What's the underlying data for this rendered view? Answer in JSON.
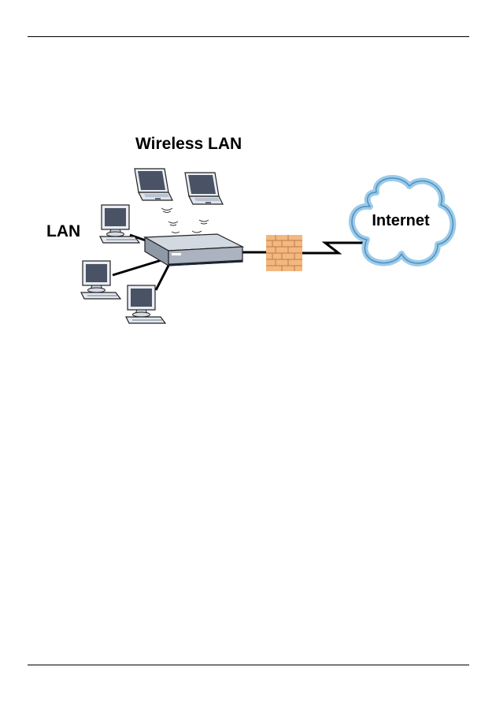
{
  "diagram": {
    "labels": {
      "wireless_lan": "Wireless LAN",
      "lan": "LAN",
      "internet": "Internet"
    },
    "nodes": {
      "laptops": [
        "laptop",
        "laptop"
      ],
      "desktops": [
        "desktop",
        "desktop",
        "desktop"
      ],
      "router": "router",
      "firewall": "firewall",
      "cloud": "internet-cloud"
    },
    "colors": {
      "cloud_edge": "#9ccbe9",
      "firewall_brick": "#f2b880",
      "router_body": "#aab3bf",
      "screen": "#4a5366"
    }
  }
}
